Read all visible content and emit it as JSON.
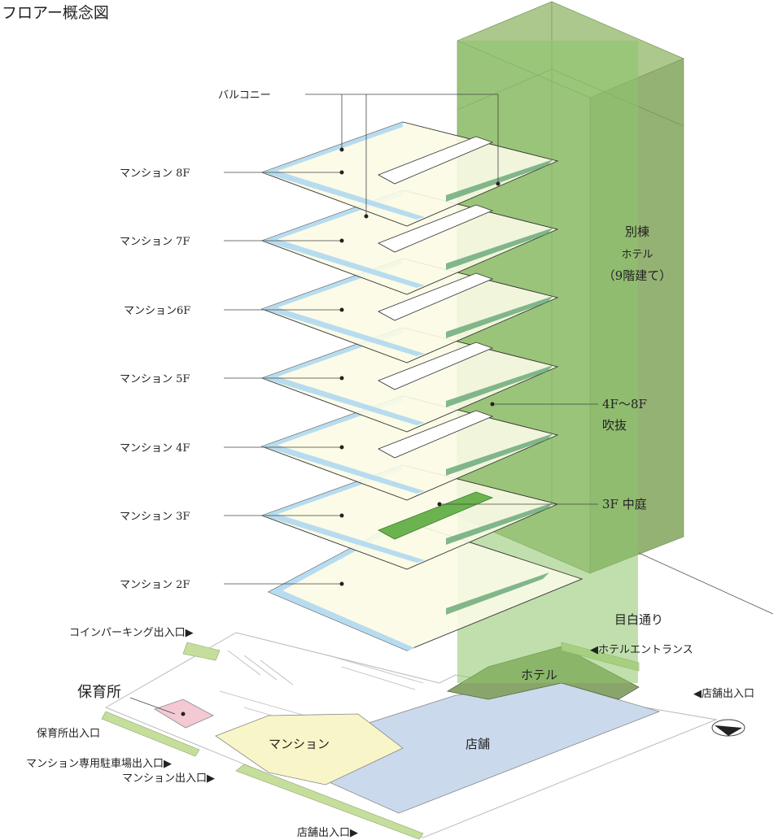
{
  "title": "フロアー概念図",
  "labels": {
    "balcony": "バルコニー",
    "floors": [
      "マンション 8F",
      "マンション 7F",
      "マンション6F",
      "マンション 5F",
      "マンション 4F",
      "マンション 3F",
      "マンション 2F"
    ],
    "annex_title": "別棟",
    "annex_sub": "ホテル",
    "annex_note": "（9階建て）",
    "atrium_1": "4F〜8F",
    "atrium_2": "吹抜",
    "courtyard": "3F 中庭",
    "street": "目白通り",
    "hotel_entrance": "◀ホテルエントランス",
    "shop_entrance_right": "◀店舗出入口",
    "coin_parking": "コインパーキング出入口▶",
    "nursery": "保育所",
    "nursery_entrance": "保育所出入口",
    "mansion_parking": "マンション専用駐車場出入口▶",
    "mansion_entrance": "マンション出入口▶",
    "shop_entrance_bottom": "店舗出入口▶",
    "hotel": "ホテル",
    "mansion": "マンション",
    "shop": "店舗"
  },
  "colors": {
    "floor_fill": "#fbfbe6",
    "balcony": "#b8dcef",
    "atrium": "#8dc46a",
    "hotel_tower": "#8fae6e",
    "hotel_ground": "#8aa56c",
    "shop_ground": "#cbd9ec",
    "mansion_ground": "#f8f5c9",
    "nursery_ground": "#f3c9d3"
  }
}
